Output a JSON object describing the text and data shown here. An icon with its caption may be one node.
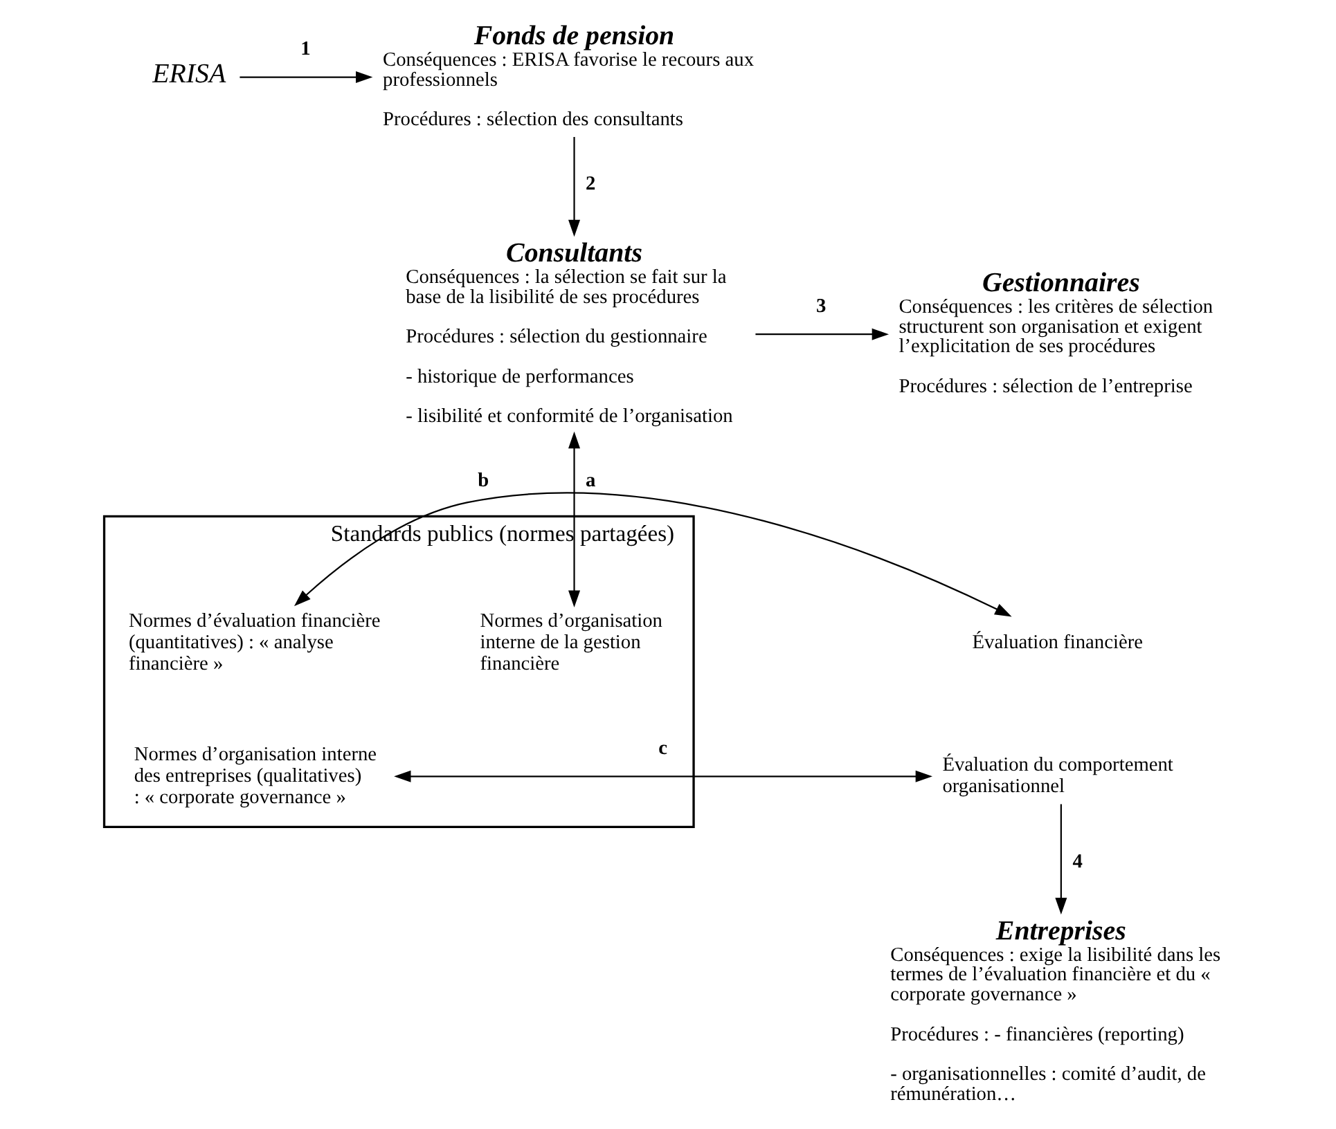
{
  "diagram": {
    "nodes": [
      {
        "text": [
          "Fonds de pension",
          "Conséquences : ERISA favorise le recours aux professionnels",
          "Procédures : sélection des consultants"
        ]
      },
      {
        "text": [
          "ERISA"
        ]
      },
      {
        "text": [
          "Consultants",
          "Conséquences : la sélection se fait sur la base de la lisibilité de ses procédures",
          "Procédures : sélection du gestionnaire",
          "- historique de performances",
          "- lisibilité et conformité de l’organisation"
        ]
      },
      {
        "text": [
          "Gestionnaires",
          "Conséquences : les critères de sélection structurent son organisation et exigent l’explicitation de ses procédures",
          "Procédures : sélection de l’entreprise"
        ]
      },
      {
        "text": [
          "Standards publics (normes partagées)"
        ]
      },
      {
        "text": [
          "Normes d’organisation interne de la gestion financière"
        ],
        "in": 4
      },
      {
        "text": [
          "Normes d’évaluation financière (quantitatives) : « analyse financière »"
        ],
        "in": 4
      },
      {
        "text": [
          "Normes d’organisation interne des entreprises (qualitatives) : « corporate governance »"
        ],
        "in": 4
      },
      {
        "text": [
          "Évaluation financière"
        ]
      },
      {
        "text": [
          "Évaluation du comportement organisationnel"
        ]
      },
      {
        "text": [
          "Entreprises",
          "Conséquences : exige la lisibilité dans les termes de l’évaluation financière et du « corporate governance »",
          "Procédures : - financières (reporting)",
          "- organisationnelles : comité d’audit, de rémunération…"
        ]
      }
    ],
    "edges": [
      {
        "from": 1,
        "to": 0,
        "arrow": "to",
        "label": "1"
      },
      {
        "from": 0,
        "to": 2,
        "arrow": "to",
        "label": "2"
      },
      {
        "from": 2,
        "to": 3,
        "arrow": "to",
        "label": "3"
      },
      {
        "from": 2,
        "to": 5,
        "arrow": "both",
        "label": "a"
      },
      {
        "from": 6,
        "to": 8,
        "arrow": "both",
        "label": "b"
      },
      {
        "from": 7,
        "to": 9,
        "arrow": "both",
        "label": "c"
      },
      {
        "from": 9,
        "to": 10,
        "arrow": "to",
        "label": "4"
      }
    ]
  }
}
